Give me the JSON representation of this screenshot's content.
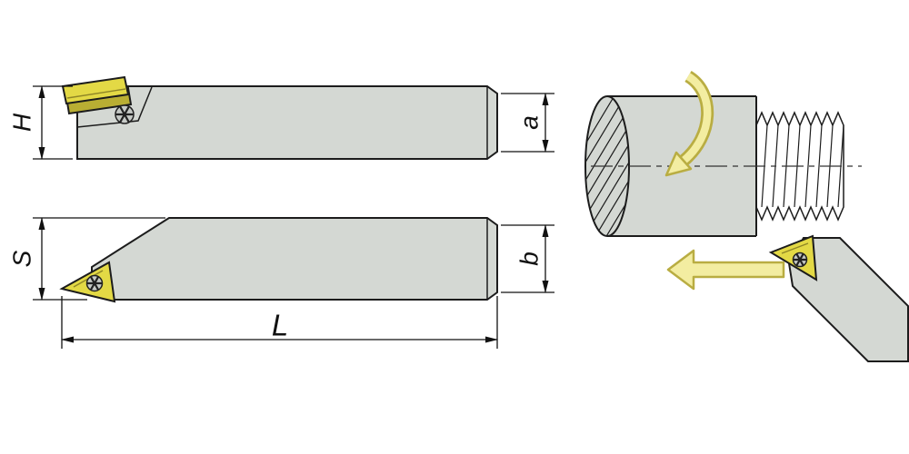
{
  "labels": {
    "top_height": "H",
    "top_end": "a",
    "side_shank": "S",
    "side_end": "b",
    "length": "L"
  },
  "icons": {
    "rotation": "rotation-arrow",
    "feed": "feed-left-arrow",
    "screw": "torx-screw-icon"
  },
  "colors": {
    "background": "#ffffff",
    "holder_gray": "#d4d8d3",
    "insert_yellow": "#e3d945",
    "insert_shade": "#b9ae33",
    "arrow_fill": "#f3eda1",
    "arrow_outline": "#b9ad42",
    "line": "#1c1c1c"
  }
}
